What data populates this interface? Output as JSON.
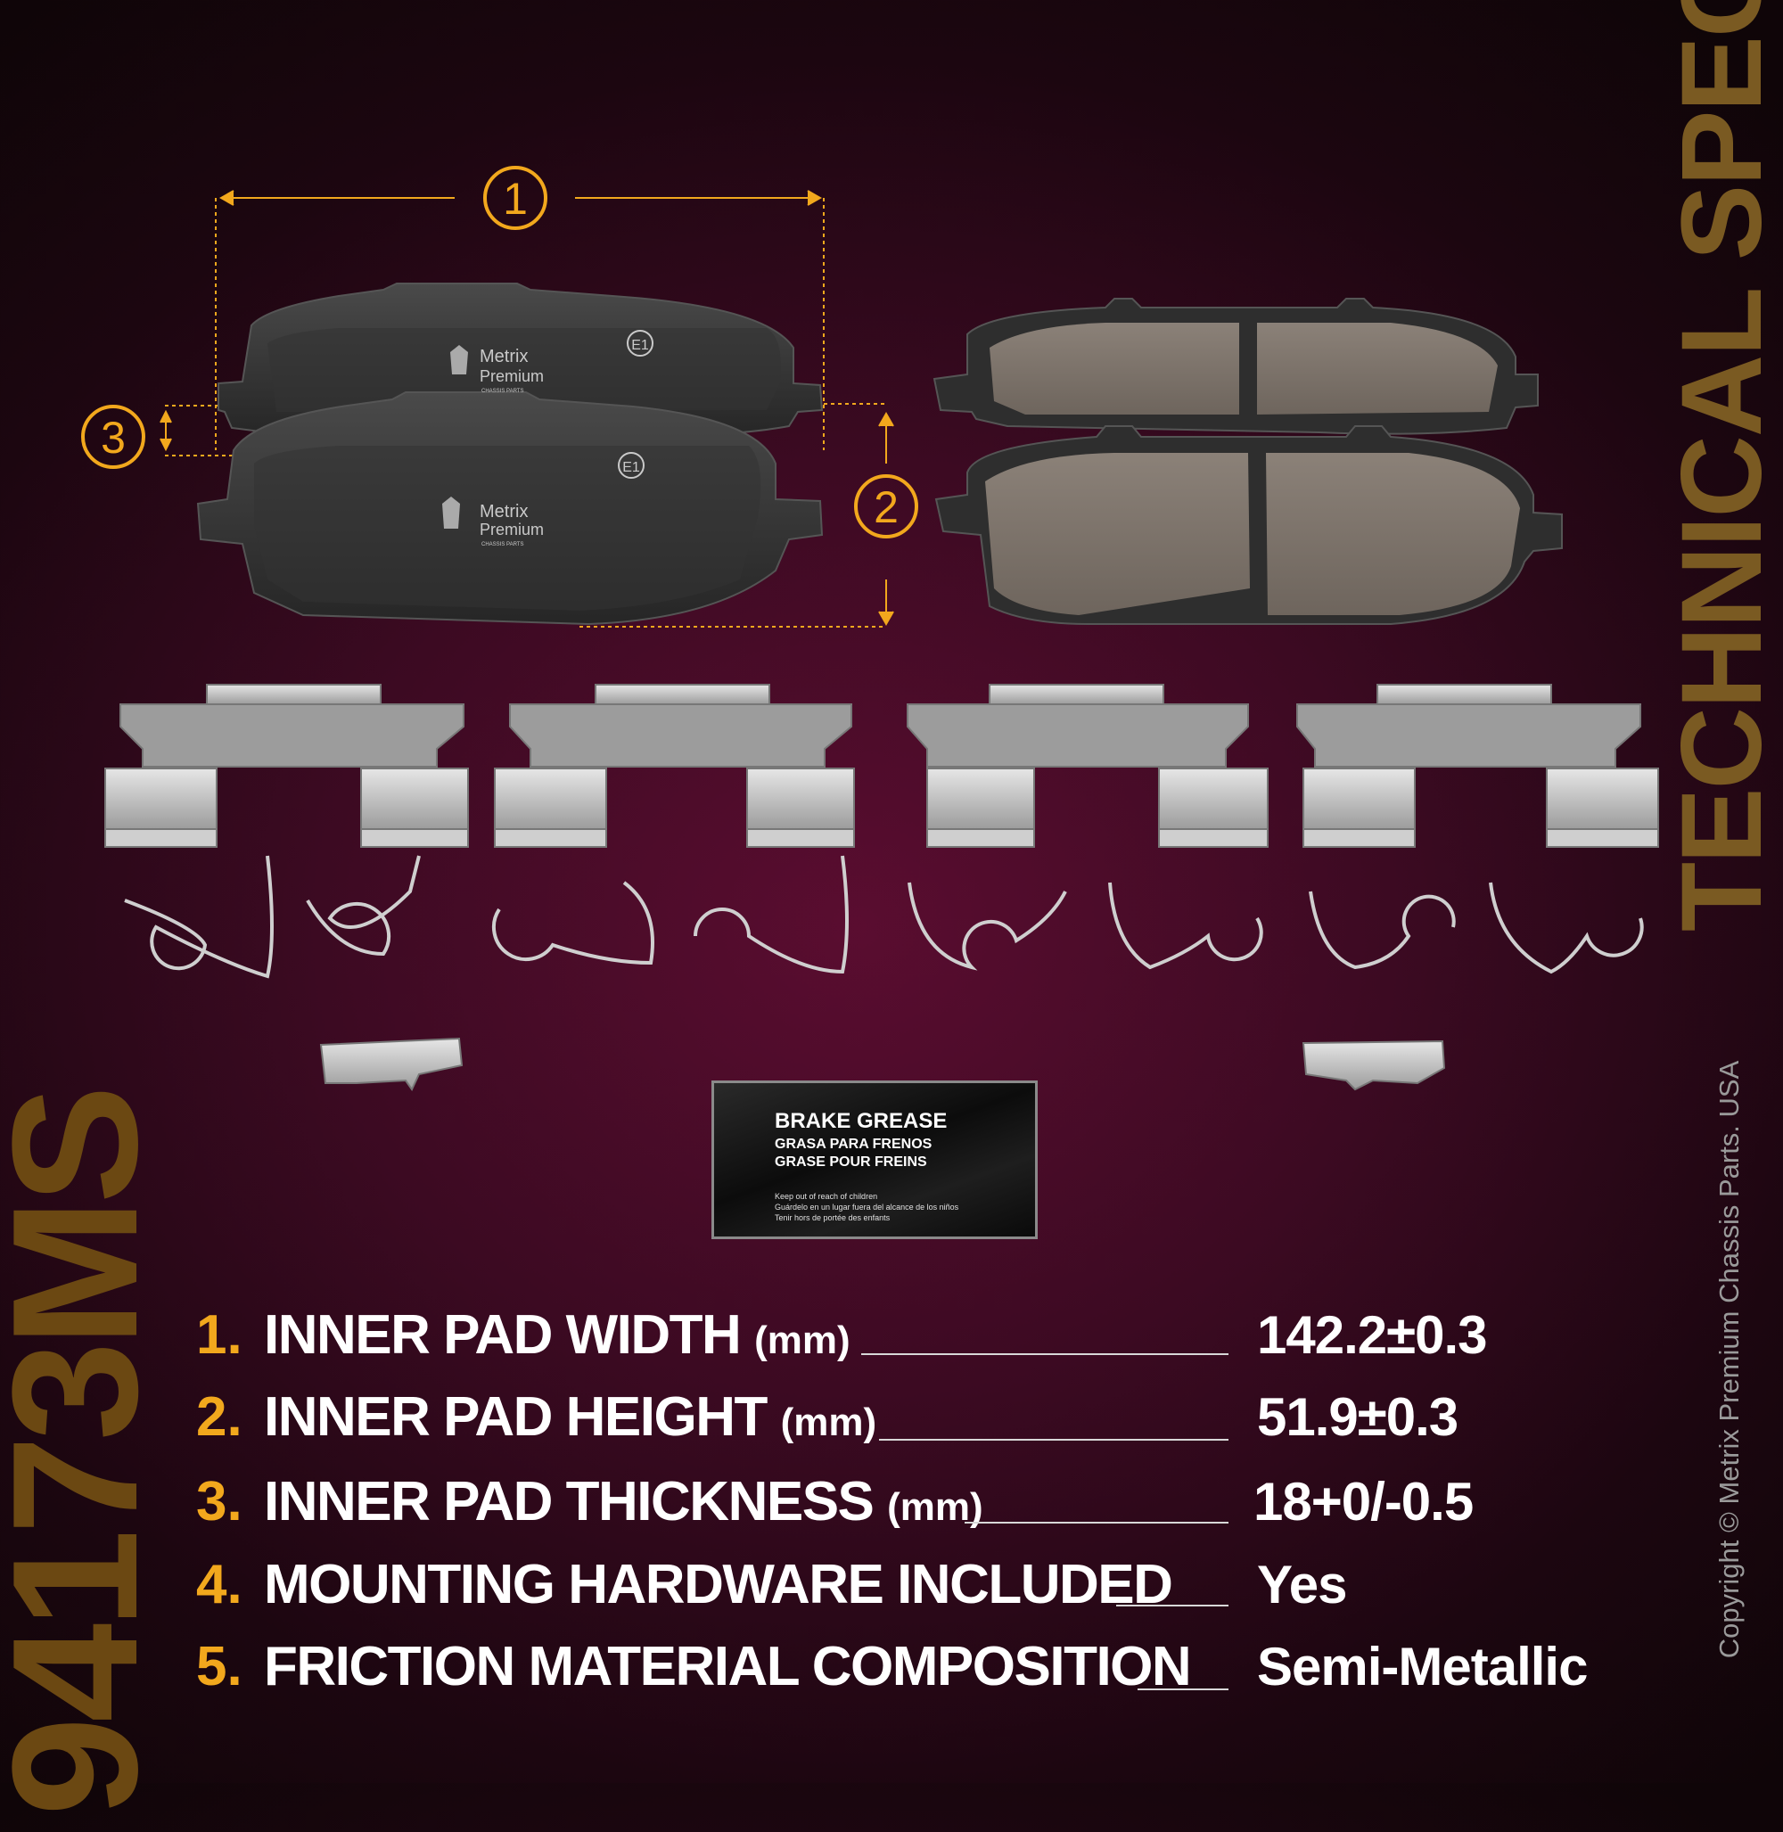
{
  "side_title": "TECHNICAL SPECS",
  "part_number": "94173MS",
  "copyright": "Copyright © Metrix Premium Chassis Parts. USA",
  "callouts": [
    "1",
    "2",
    "3"
  ],
  "pad_logo": {
    "brand": "Metrix",
    "line": "Premium",
    "tag": "CHASSIS PARTS",
    "mark": "E1"
  },
  "grease_packet": {
    "title": "BRAKE GREASE",
    "es": "GRASA PARA FRENOS",
    "fr": "GRASE POUR FREINS",
    "warn_en": "Keep out of reach of children",
    "warn_es": "Guárdelo en un lugar fuera del alcance de los niños",
    "warn_fr": "Tenir hors de portée des enfants"
  },
  "specs": [
    {
      "num": "1.",
      "label": "INNER PAD WIDTH",
      "unit": "(mm)",
      "value": "142.2±0.3"
    },
    {
      "num": "2.",
      "label": "INNER PAD HEIGHT",
      "unit": "(mm)",
      "value": "51.9±0.3"
    },
    {
      "num": "3.",
      "label": "INNER PAD THICKNESS",
      "unit": "(mm)",
      "value": "18+0/-0.5"
    },
    {
      "num": "4.",
      "label": "MOUNTING HARDWARE INCLUDED",
      "unit": "",
      "value": "Yes"
    },
    {
      "num": "5.",
      "label": "FRICTION MATERIAL COMPOSITION",
      "unit": "",
      "value": "Semi-Metallic"
    }
  ],
  "colors": {
    "accent": "#f2a81d",
    "side_text": "#7a5a22",
    "background": "#4a0b28"
  }
}
